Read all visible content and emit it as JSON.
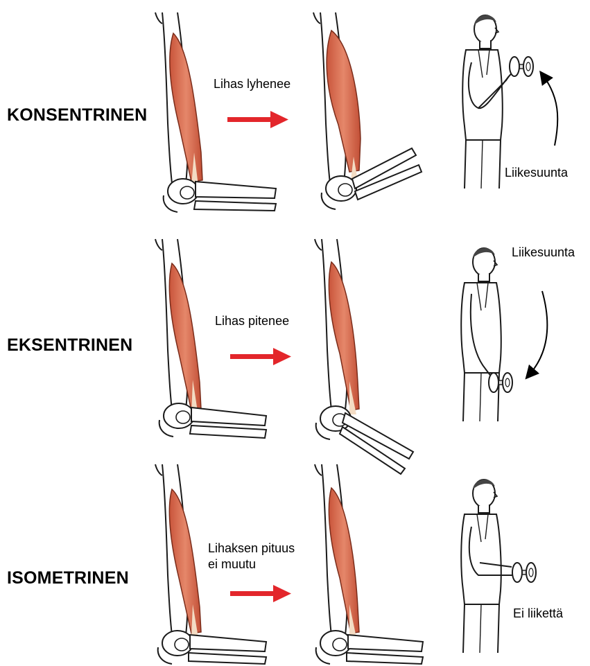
{
  "rows": [
    {
      "label": "KONSENTRINEN",
      "muscle_caption": "Lihas lyhenee",
      "motion_caption": "Liikesuunta"
    },
    {
      "label": "EKSENTRINEN",
      "muscle_caption": "Lihas pitenee",
      "motion_caption": "Liikesuunta"
    },
    {
      "label": "ISOMETRINEN",
      "muscle_caption_line1": "Lihaksen pituus",
      "muscle_caption_line2": "ei muutu",
      "motion_caption": "Ei liikettä"
    }
  ],
  "colors": {
    "muscle": "#e07a5c",
    "muscle_dark": "#b8442c",
    "tendon": "#f3dcc4",
    "bone": "#ffffff",
    "outline": "#1a1a1a",
    "arrow_red": "#e3262b"
  }
}
